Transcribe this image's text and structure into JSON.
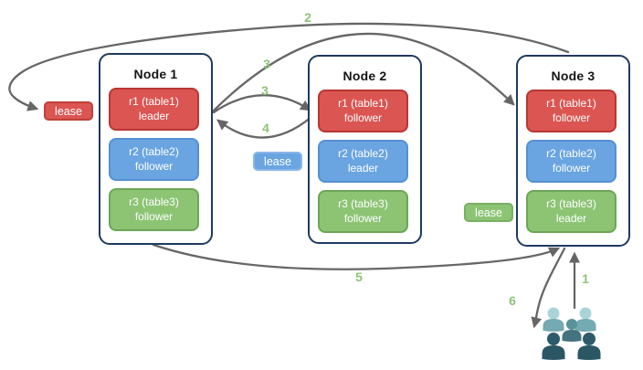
{
  "diagram": {
    "nodes": [
      {
        "title": "Node 1",
        "replicas": [
          {
            "name": "r1 (table1)",
            "role": "leader",
            "color": "red"
          },
          {
            "name": "r2 (table2)",
            "role": "follower",
            "color": "blue"
          },
          {
            "name": "r3 (table3)",
            "role": "follower",
            "color": "green"
          }
        ]
      },
      {
        "title": "Node 2",
        "replicas": [
          {
            "name": "r1 (table1)",
            "role": "follower",
            "color": "red"
          },
          {
            "name": "r2 (table2)",
            "role": "leader",
            "color": "blue"
          },
          {
            "name": "r3 (table3)",
            "role": "follower",
            "color": "green"
          }
        ]
      },
      {
        "title": "Node 3",
        "replicas": [
          {
            "name": "r1 (table1)",
            "role": "follower",
            "color": "red"
          },
          {
            "name": "r2 (table2)",
            "role": "follower",
            "color": "blue"
          },
          {
            "name": "r3 (table3)",
            "role": "leader",
            "color": "green"
          }
        ]
      }
    ],
    "leases": [
      {
        "label": "lease",
        "color": "red"
      },
      {
        "label": "lease",
        "color": "blue"
      },
      {
        "label": "lease",
        "color": "green"
      }
    ],
    "steps": [
      {
        "label": "2"
      },
      {
        "label": "3"
      },
      {
        "label": "3"
      },
      {
        "label": "4"
      },
      {
        "label": "5"
      },
      {
        "label": "1"
      },
      {
        "label": "6"
      }
    ],
    "icons": {
      "users_group": "users-icon"
    }
  },
  "colors": {
    "replica_red": "#db5552",
    "replica_red_border": "#b93734",
    "replica_blue": "#6aa5e1",
    "replica_blue_border": "#5591d2",
    "replica_green": "#8cc474",
    "replica_green_border": "#6da657",
    "node_border": "#1f3a60",
    "arrow": "#666666",
    "step_number": "#90c178",
    "users_light": "#a9d5d9",
    "users_medium": "#579399",
    "users_dark": "#2d5b6a"
  }
}
